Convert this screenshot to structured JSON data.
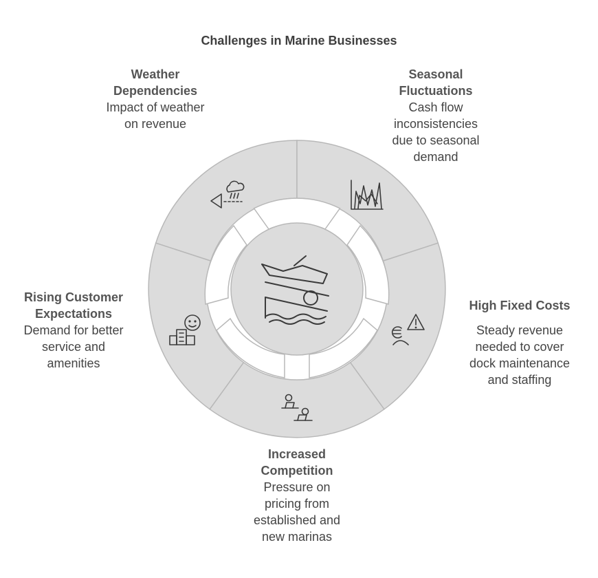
{
  "title": "Challenges in Marine Businesses",
  "center_icon": "boat-ramp-icon",
  "colors": {
    "segment_fill": "#dcdcdc",
    "segment_stroke": "#b8b8b8",
    "icon_stroke": "#3a3a3a",
    "text": "#444444"
  },
  "segments": [
    {
      "heading_lines": [
        "Weather",
        "Dependencies"
      ],
      "desc_lines": [
        "Impact of weather",
        "on revenue"
      ],
      "icon": "weather-rain-cloud-icon"
    },
    {
      "heading_lines": [
        "Seasonal",
        "Fluctuations"
      ],
      "desc_lines": [
        "Cash flow",
        "inconsistencies",
        "due to seasonal",
        "demand"
      ],
      "icon": "fluctuating-chart-icon"
    },
    {
      "heading_lines": [
        "High Fixed Costs"
      ],
      "desc_lines": [
        "Steady revenue",
        "needed to cover",
        "dock maintenance",
        "and staffing"
      ],
      "icon": "euro-person-warning-icon"
    },
    {
      "heading_lines": [
        "Increased",
        "Competition"
      ],
      "desc_lines": [
        "Pressure on",
        "pricing from",
        "established and",
        "new marinas"
      ],
      "icon": "competing-workers-icon"
    },
    {
      "heading_lines": [
        "Rising Customer",
        "Expectations"
      ],
      "desc_lines": [
        "Demand for better",
        "service and",
        "amenities"
      ],
      "icon": "happy-customer-building-icon"
    }
  ]
}
